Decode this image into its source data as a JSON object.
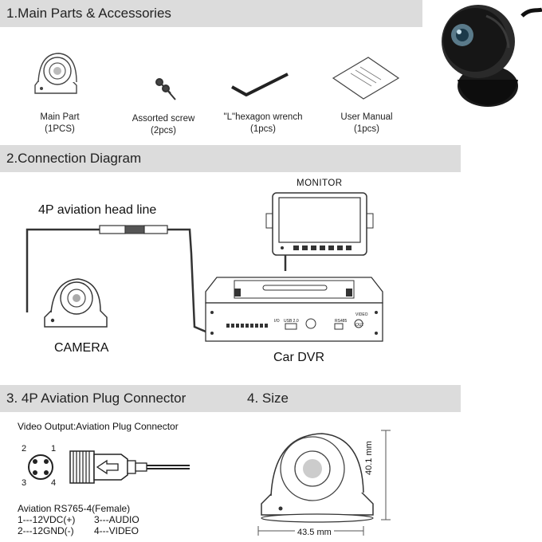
{
  "sections": {
    "parts": "1.Main Parts & Accessories",
    "connection": "2.Connection Diagram",
    "plug": "3. 4P  Aviation Plug Connector",
    "size": "4.  Size"
  },
  "accessories": [
    {
      "name": "Main Part",
      "qty": "(1PCS)"
    },
    {
      "name": "Assorted screw",
      "qty": "(2pcs)"
    },
    {
      "name": "\"L\"hexagon wrench",
      "qty": "(1pcs)"
    },
    {
      "name": "User Manual",
      "qty": "(1pcs)"
    }
  ],
  "diagram": {
    "monitor": "MONITOR",
    "aviation_line": "4P aviation head line",
    "camera": "CAMERA",
    "dvr": "Car DVR",
    "dvr_usb": "USB 2.0",
    "dvr_io": "I/O",
    "dvr_video_out": "VIDEO OUT",
    "dvr_rs485": "RS485"
  },
  "plug": {
    "title": "Video Output:Aviation Plug Connector",
    "pins": [
      "2",
      "1",
      "3",
      "4"
    ],
    "model": "Aviation RS765-4(Female)",
    "pin_rows": [
      [
        "1---12VDC(+)",
        "3---AUDIO"
      ],
      [
        "2---12GND(-)",
        "4---VIDEO"
      ]
    ]
  },
  "size": {
    "height": "40.1 mm",
    "width": "43.5 mm"
  }
}
